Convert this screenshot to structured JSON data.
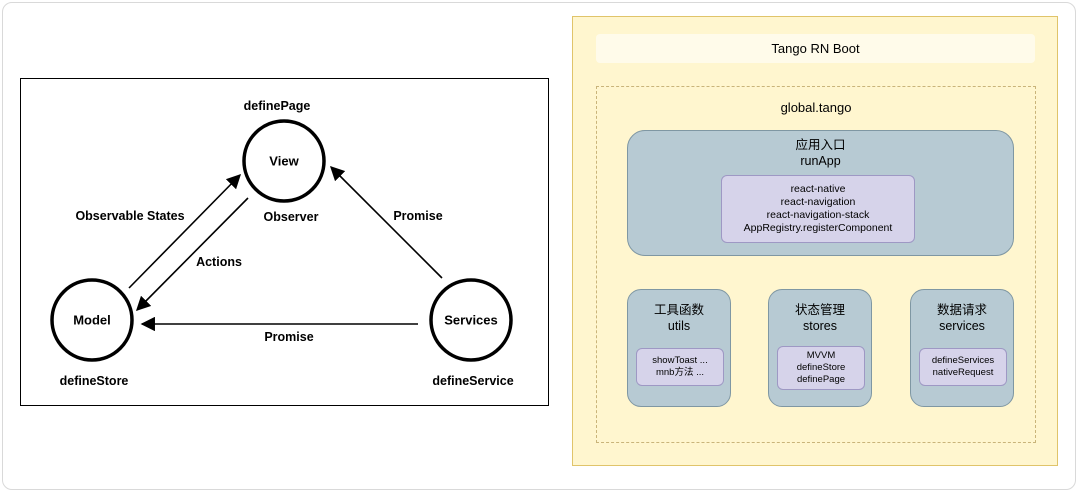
{
  "mvvm": {
    "nodes": {
      "view": "View",
      "model": "Model",
      "services": "Services"
    },
    "labels": {
      "define_page": "definePage",
      "observer": "Observer",
      "observable_states": "Observable States",
      "actions": "Actions",
      "promise_right": "Promise",
      "promise_bottom": "Promise",
      "define_store": "defineStore",
      "define_service": "defineService"
    }
  },
  "arch": {
    "boot_title": "Tango RN Boot",
    "global_title": "global.tango",
    "entry": {
      "title_cn": "应用入口",
      "title_en": "runApp",
      "items": [
        "react-native",
        "react-navigation",
        "react-navigation-stack",
        "AppRegistry.registerComponent"
      ]
    },
    "modules": [
      {
        "title_cn": "工具函数",
        "title_en": "utils",
        "items": [
          "showToast ...",
          "mnb方法 ..."
        ]
      },
      {
        "title_cn": "状态管理",
        "title_en": "stores",
        "items": [
          "MVVM",
          "defineStore",
          "definePage"
        ]
      },
      {
        "title_cn": "数据请求",
        "title_en": "services",
        "items": [
          "defineServices",
          "nativeRequest"
        ]
      }
    ]
  }
}
